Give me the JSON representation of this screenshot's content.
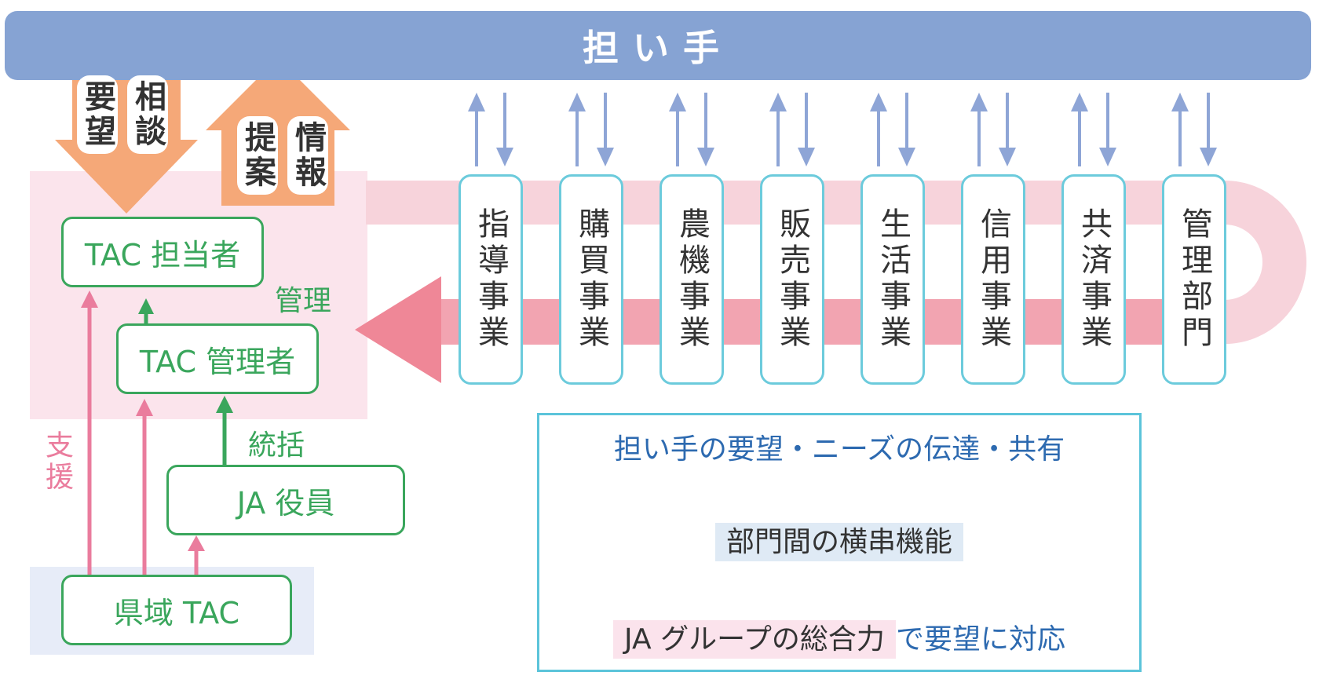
{
  "top_bar": {
    "label": "担い手"
  },
  "arrows": {
    "down_labels": [
      "要望",
      "相談"
    ],
    "up_labels": [
      "提案",
      "情報"
    ]
  },
  "departments": [
    "指導事業",
    "購買事業",
    "農機事業",
    "販売事業",
    "生活事業",
    "信用事業",
    "共済事業",
    "管理部門"
  ],
  "org": {
    "tac_staff": "TAC 担当者",
    "tac_manager": "TAC 管理者",
    "ja_officer": "JA 役員",
    "prefectural_tac": "県域 TAC",
    "label_manage": "管理",
    "label_oversee": "統括",
    "label_support": "支援"
  },
  "info_box": {
    "line1": "担い手の要望・ニーズの伝達・共有",
    "line2": "部門間の横串機能",
    "line3_highlight": "JA グループの総合力",
    "line3_rest": "で要望に対応"
  },
  "colors": {
    "top_bar": "#86a3d3",
    "orange_arrow": "#f5a878",
    "pink_flow_light": "#f7d3db",
    "pink_flow_dark": "#ef8797",
    "green": "#3aa65c",
    "pink_arrow": "#ea7c9d",
    "cyan_border": "#5bc4da",
    "info_text": "#2d6ab0"
  }
}
